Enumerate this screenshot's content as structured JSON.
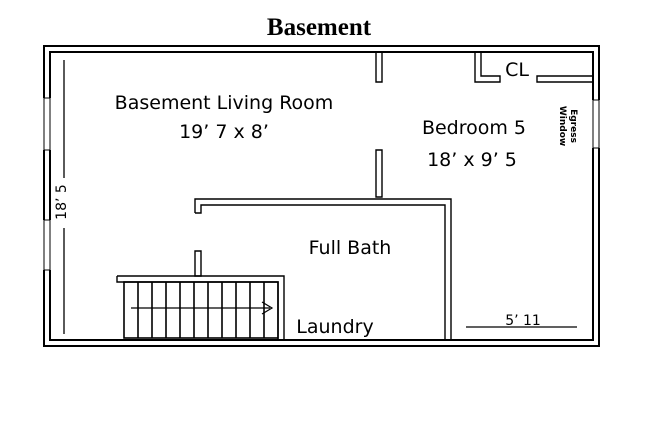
{
  "title": "Basement",
  "rooms": {
    "living_name": "Basement Living Room",
    "living_size": "19’ 7 x 8’",
    "bedroom_name": "Bedroom 5",
    "bedroom_size": "18’ x 9’ 5",
    "bath_name": "Full Bath",
    "laundry_name": "Laundry",
    "closet_name": "CL"
  },
  "labels": {
    "egress_line1": "Egress",
    "egress_line2": "Window"
  },
  "dimensions": {
    "left_wall": "18’ 5",
    "bottom_right": "5’ 11"
  },
  "stairs": {
    "tread_count": 11
  }
}
